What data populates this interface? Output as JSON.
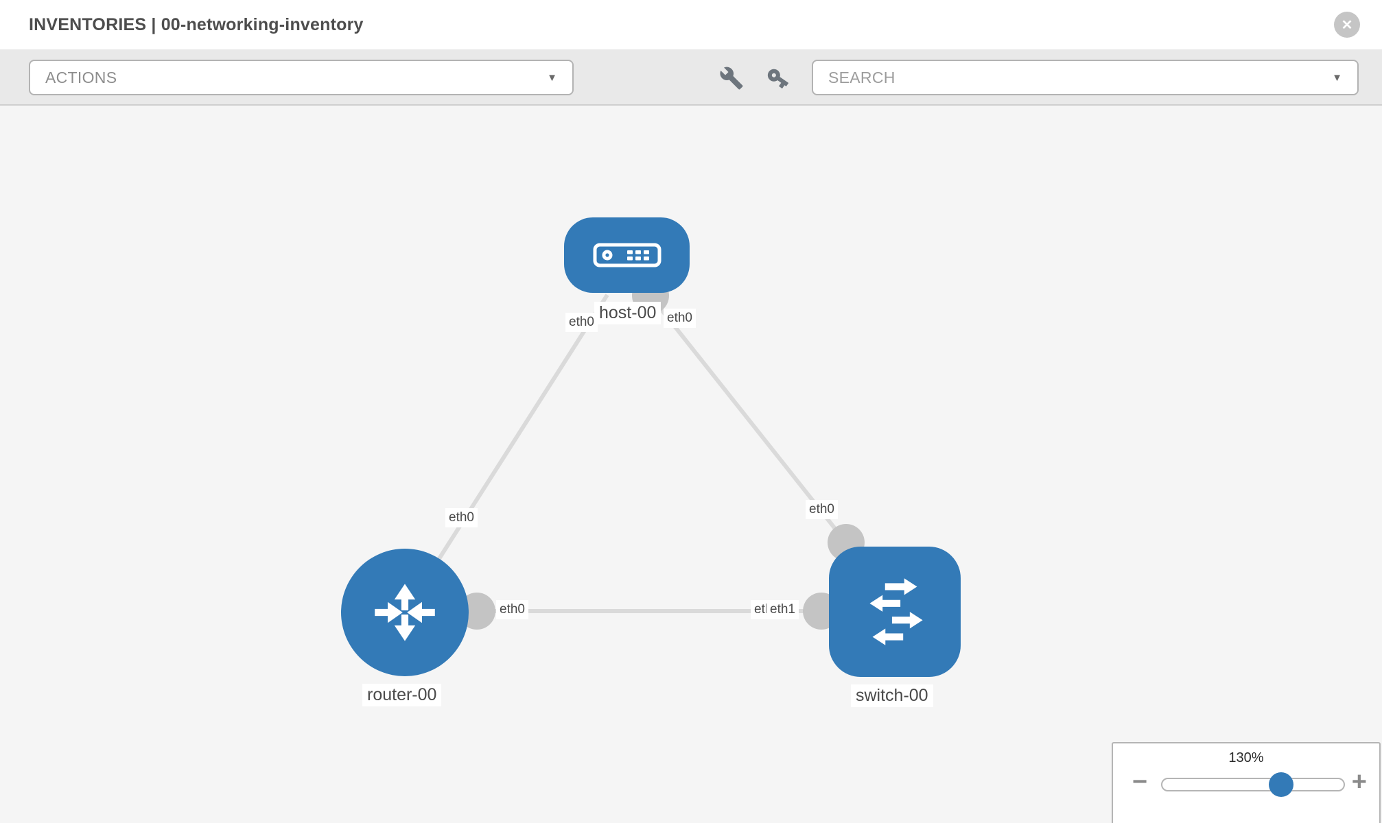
{
  "header": {
    "title": "INVENTORIES | 00-networking-inventory",
    "close_glyph": "✕"
  },
  "toolbar": {
    "actions_label": "ACTIONS",
    "search_placeholder": "SEARCH",
    "caret_glyph": "▼",
    "icons": [
      "wrench-icon",
      "key-icon"
    ]
  },
  "canvas": {
    "nodes": {
      "host": {
        "label": "host-00",
        "type": "host"
      },
      "router": {
        "label": "router-00",
        "type": "router"
      },
      "switch": {
        "label": "switch-00",
        "type": "switch"
      }
    },
    "interface_labels": {
      "host_left": "eth0",
      "host_right": "eth0",
      "router_uplink": "eth0",
      "switch_uplink": "eth0",
      "router_lan": "eth0",
      "switch_lan_back": "eth0",
      "switch_lan_front": "eth1"
    },
    "links": [
      {
        "from": "host-00",
        "to": "router-00"
      },
      {
        "from": "host-00",
        "to": "switch-00"
      },
      {
        "from": "router-00",
        "to": "switch-00"
      }
    ]
  },
  "zoom_control": {
    "level": "130%",
    "minus_glyph": "−",
    "plus_glyph": "+"
  },
  "colors": {
    "node_blue": "#337ab7",
    "connector_gray": "#c4c4c4",
    "link_gray": "#dadada",
    "toolbar_bg": "#e9e9e9",
    "canvas_bg": "#f5f5f5"
  }
}
